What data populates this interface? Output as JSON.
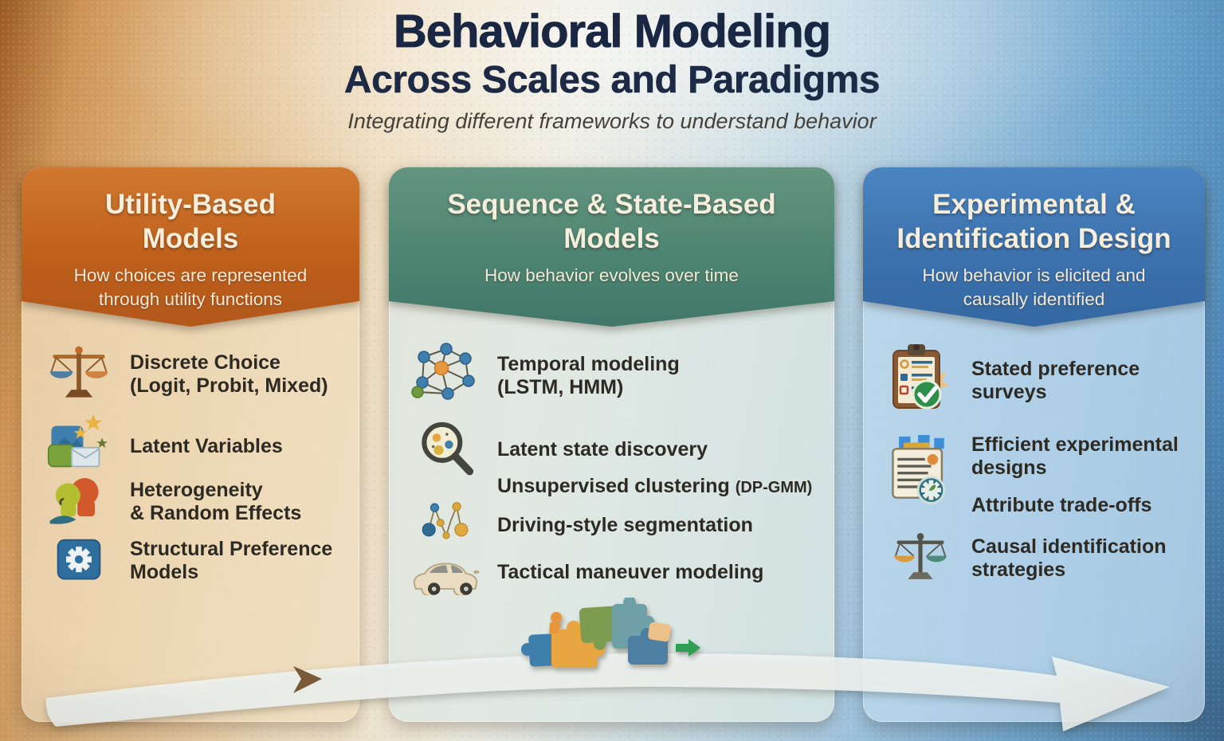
{
  "header": {
    "title_line1": "Behavioral Modeling",
    "title_line2": "Across Scales and Paradigms",
    "subtitle": "Integrating different frameworks to understand behavior"
  },
  "colors": {
    "panel1_header": "#bd5e1b",
    "panel2_header": "#4b8370",
    "panel3_header": "#3a70ac",
    "title_text": "#1a2742",
    "item_text": "#2d2a24",
    "flow_arrow": "#eef3f1",
    "puzzle_arrow_green": "#2f9e55"
  },
  "panels": [
    {
      "title": "Utility-Based Models",
      "subtitle": "How choices are represented through utility functions",
      "items": [
        {
          "icon": "balance-scale",
          "line1": "Discrete Choice",
          "line2": "(Logit, Probit, Mixed)"
        },
        {
          "icon": "latent-variables",
          "line1": "Latent Variables",
          "line2": ""
        },
        {
          "icon": "personas",
          "line1": "Heterogeneity",
          "line2": "& Random Effects"
        },
        {
          "icon": "gear-box",
          "line1": "Structural Preference",
          "line2": "Models"
        }
      ]
    },
    {
      "title": "Sequence & State-Based Models",
      "subtitle": "How behavior evolves over time",
      "items": [
        {
          "icon": "network-graph",
          "line1": "Temporal modeling",
          "line2": "(LSTM, HMM)"
        },
        {
          "icon": "magnifier",
          "line1": "Latent state discovery",
          "line2": ""
        },
        {
          "icon": "none",
          "line1": "Unsupervised clustering",
          "note": "(DP-GMM)"
        },
        {
          "icon": "cluster-tree",
          "line1": "Driving-style segmentation",
          "line2": ""
        },
        {
          "icon": "car",
          "line1": "Tactical maneuver modeling",
          "line2": ""
        }
      ]
    },
    {
      "title": "Experimental & Identification Design",
      "subtitle": "How behavior is elicited and causally identified",
      "items": [
        {
          "icon": "clipboard-check",
          "line1": "Stated preference",
          "line2": "surveys"
        },
        {
          "icon": "document-gear",
          "line1": "Efficient experimental",
          "line2": "designs"
        },
        {
          "icon": "none",
          "line1": "Attribute trade-offs",
          "line2": ""
        },
        {
          "icon": "balance-scale",
          "line1": "Causal identification",
          "line2": "strategies"
        }
      ]
    }
  ]
}
